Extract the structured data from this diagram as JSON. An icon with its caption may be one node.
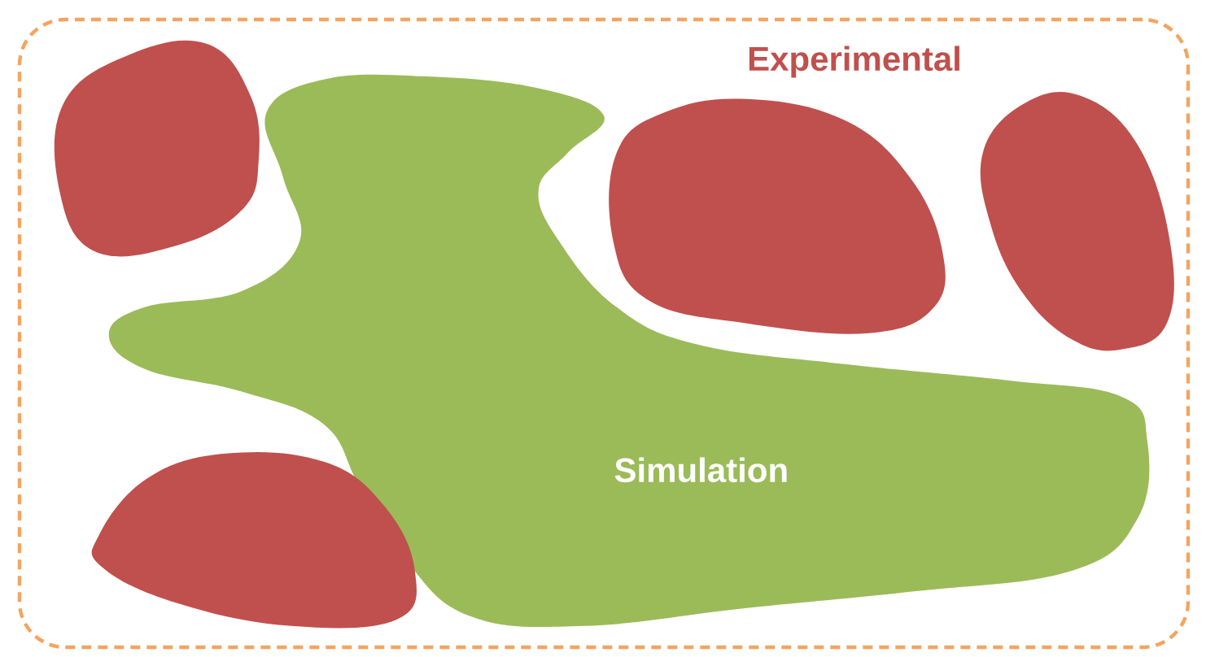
{
  "diagram": {
    "nodes": [
      {
        "text": [],
        "shape": "box"
      },
      {
        "text": [
          "Simulation"
        ],
        "in": 0
      },
      {
        "text": [],
        "shape": "blob",
        "in": 0
      },
      {
        "text": [],
        "shape": "blob",
        "in": 0
      },
      {
        "text": [],
        "shape": "blob",
        "in": 0
      },
      {
        "text": [],
        "shape": "blob",
        "in": 0
      }
    ],
    "labels": [
      "Experimental"
    ]
  }
}
